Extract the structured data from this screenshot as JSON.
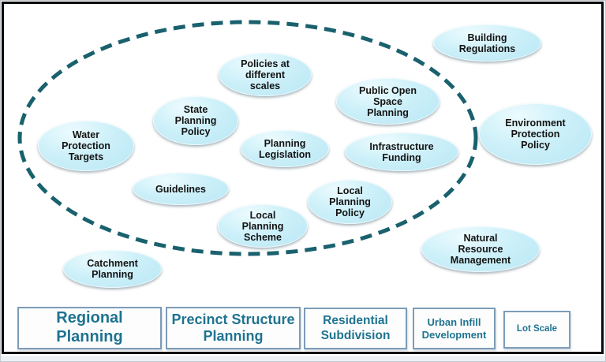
{
  "colors": {
    "bubble_fill": "#c3ecf8",
    "bubble_text": "#131313",
    "dashed_ellipse_stroke": "#1a616e",
    "box_text": "#1e7390",
    "box_border": "#7c9cb8",
    "frame_border": "#0b0b0b"
  },
  "bubbles": [
    {
      "id": "water-protection-targets",
      "label": "Water\nProtection\nTargets"
    },
    {
      "id": "state-planning-policy",
      "label": "State\nPlanning\nPolicy"
    },
    {
      "id": "policies-at-different-scales",
      "label": "Policies at\ndifferent\nscales"
    },
    {
      "id": "public-open-space-planning",
      "label": "Public Open\nSpace\nPlanning"
    },
    {
      "id": "planning-legislation",
      "label": "Planning\nLegislation"
    },
    {
      "id": "infrastructure-funding",
      "label": "Infrastructure\nFunding"
    },
    {
      "id": "guidelines",
      "label": "Guidelines"
    },
    {
      "id": "local-planning-scheme",
      "label": "Local\nPlanning\nScheme"
    },
    {
      "id": "local-planning-policy",
      "label": "Local\nPlanning\nPolicy"
    },
    {
      "id": "building-regulations",
      "label": "Building\nRegulations"
    },
    {
      "id": "environment-protection-policy",
      "label": "Environment\nProtection\nPolicy"
    },
    {
      "id": "natural-resource-management",
      "label": "Natural\nResource\nManagement"
    },
    {
      "id": "catchment-planning",
      "label": "Catchment\nPlanning"
    }
  ],
  "scale_boxes": [
    {
      "id": "regional-planning",
      "label": "Regional\nPlanning"
    },
    {
      "id": "precinct-structure-planning",
      "label": "Precinct Structure\nPlanning"
    },
    {
      "id": "residential-subdivision",
      "label": "Residential\nSubdivision"
    },
    {
      "id": "urban-infill-development",
      "label": "Urban Infill\nDevelopment"
    },
    {
      "id": "lot-scale",
      "label": "Lot Scale"
    }
  ]
}
